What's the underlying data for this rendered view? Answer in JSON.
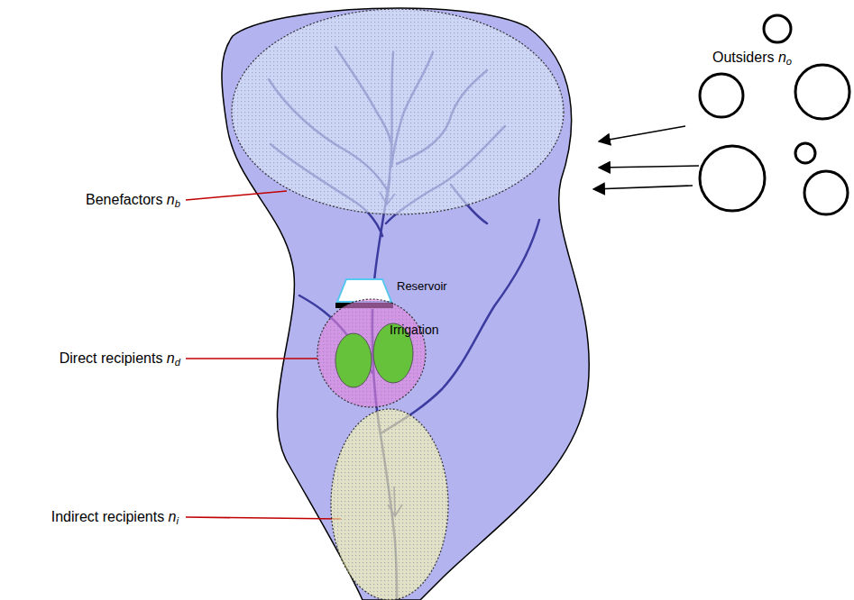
{
  "diagram": {
    "nodes": [
      {
        "text": [
          "Benefactors nb"
        ]
      },
      {
        "text": [
          "Reservoir"
        ]
      },
      {
        "text": [
          "Direct recipients nd",
          "Irrigation"
        ]
      },
      {
        "text": [
          "Indirect recipients ni"
        ]
      },
      {
        "text": [
          "Outsiders no"
        ]
      }
    ]
  }
}
